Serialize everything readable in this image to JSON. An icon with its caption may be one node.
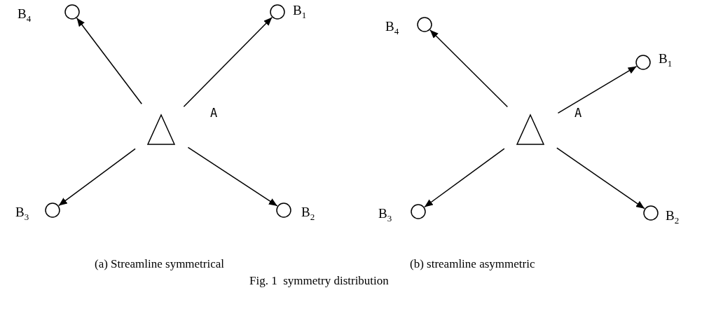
{
  "diagram": {
    "caption": "Fig. 1  symmetry distribution",
    "nodes": [
      {
        "text": [],
        "shape": "triangle",
        "beside": [
          "A"
        ]
      },
      {
        "text": [],
        "shape": "circle",
        "beside": [
          "B$_{4}$"
        ]
      },
      {
        "text": [],
        "shape": "circle",
        "beside": [
          "B$_{1}$"
        ]
      },
      {
        "text": [],
        "shape": "circle",
        "beside": [
          "B$_{3}$"
        ]
      },
      {
        "text": [],
        "shape": "circle",
        "beside": [
          "B$_{2}$"
        ]
      },
      {
        "text": [],
        "shape": "triangle",
        "beside": [
          "A"
        ]
      },
      {
        "text": [],
        "shape": "circle",
        "beside": [
          "B$_{4}$"
        ]
      },
      {
        "text": [],
        "shape": "circle",
        "beside": [
          "B$_{1}$"
        ]
      },
      {
        "text": [],
        "shape": "circle",
        "beside": [
          "B$_{3}$"
        ]
      },
      {
        "text": [],
        "shape": "circle",
        "beside": [
          "B$_{2}$"
        ]
      }
    ],
    "edges": [
      {
        "from": 0,
        "to": 1,
        "arrow": "to"
      },
      {
        "from": 0,
        "to": 2,
        "arrow": "to"
      },
      {
        "from": 0,
        "to": 3,
        "arrow": "to"
      },
      {
        "from": 0,
        "to": 4,
        "arrow": "to"
      },
      {
        "from": 5,
        "to": 6,
        "arrow": "to"
      },
      {
        "from": 5,
        "to": 7,
        "arrow": "to"
      },
      {
        "from": 5,
        "to": 8,
        "arrow": "to"
      },
      {
        "from": 5,
        "to": 9,
        "arrow": "to"
      }
    ],
    "labels": [
      "(a) Streamline symmetrical",
      "(b) streamline asymmetric"
    ]
  }
}
